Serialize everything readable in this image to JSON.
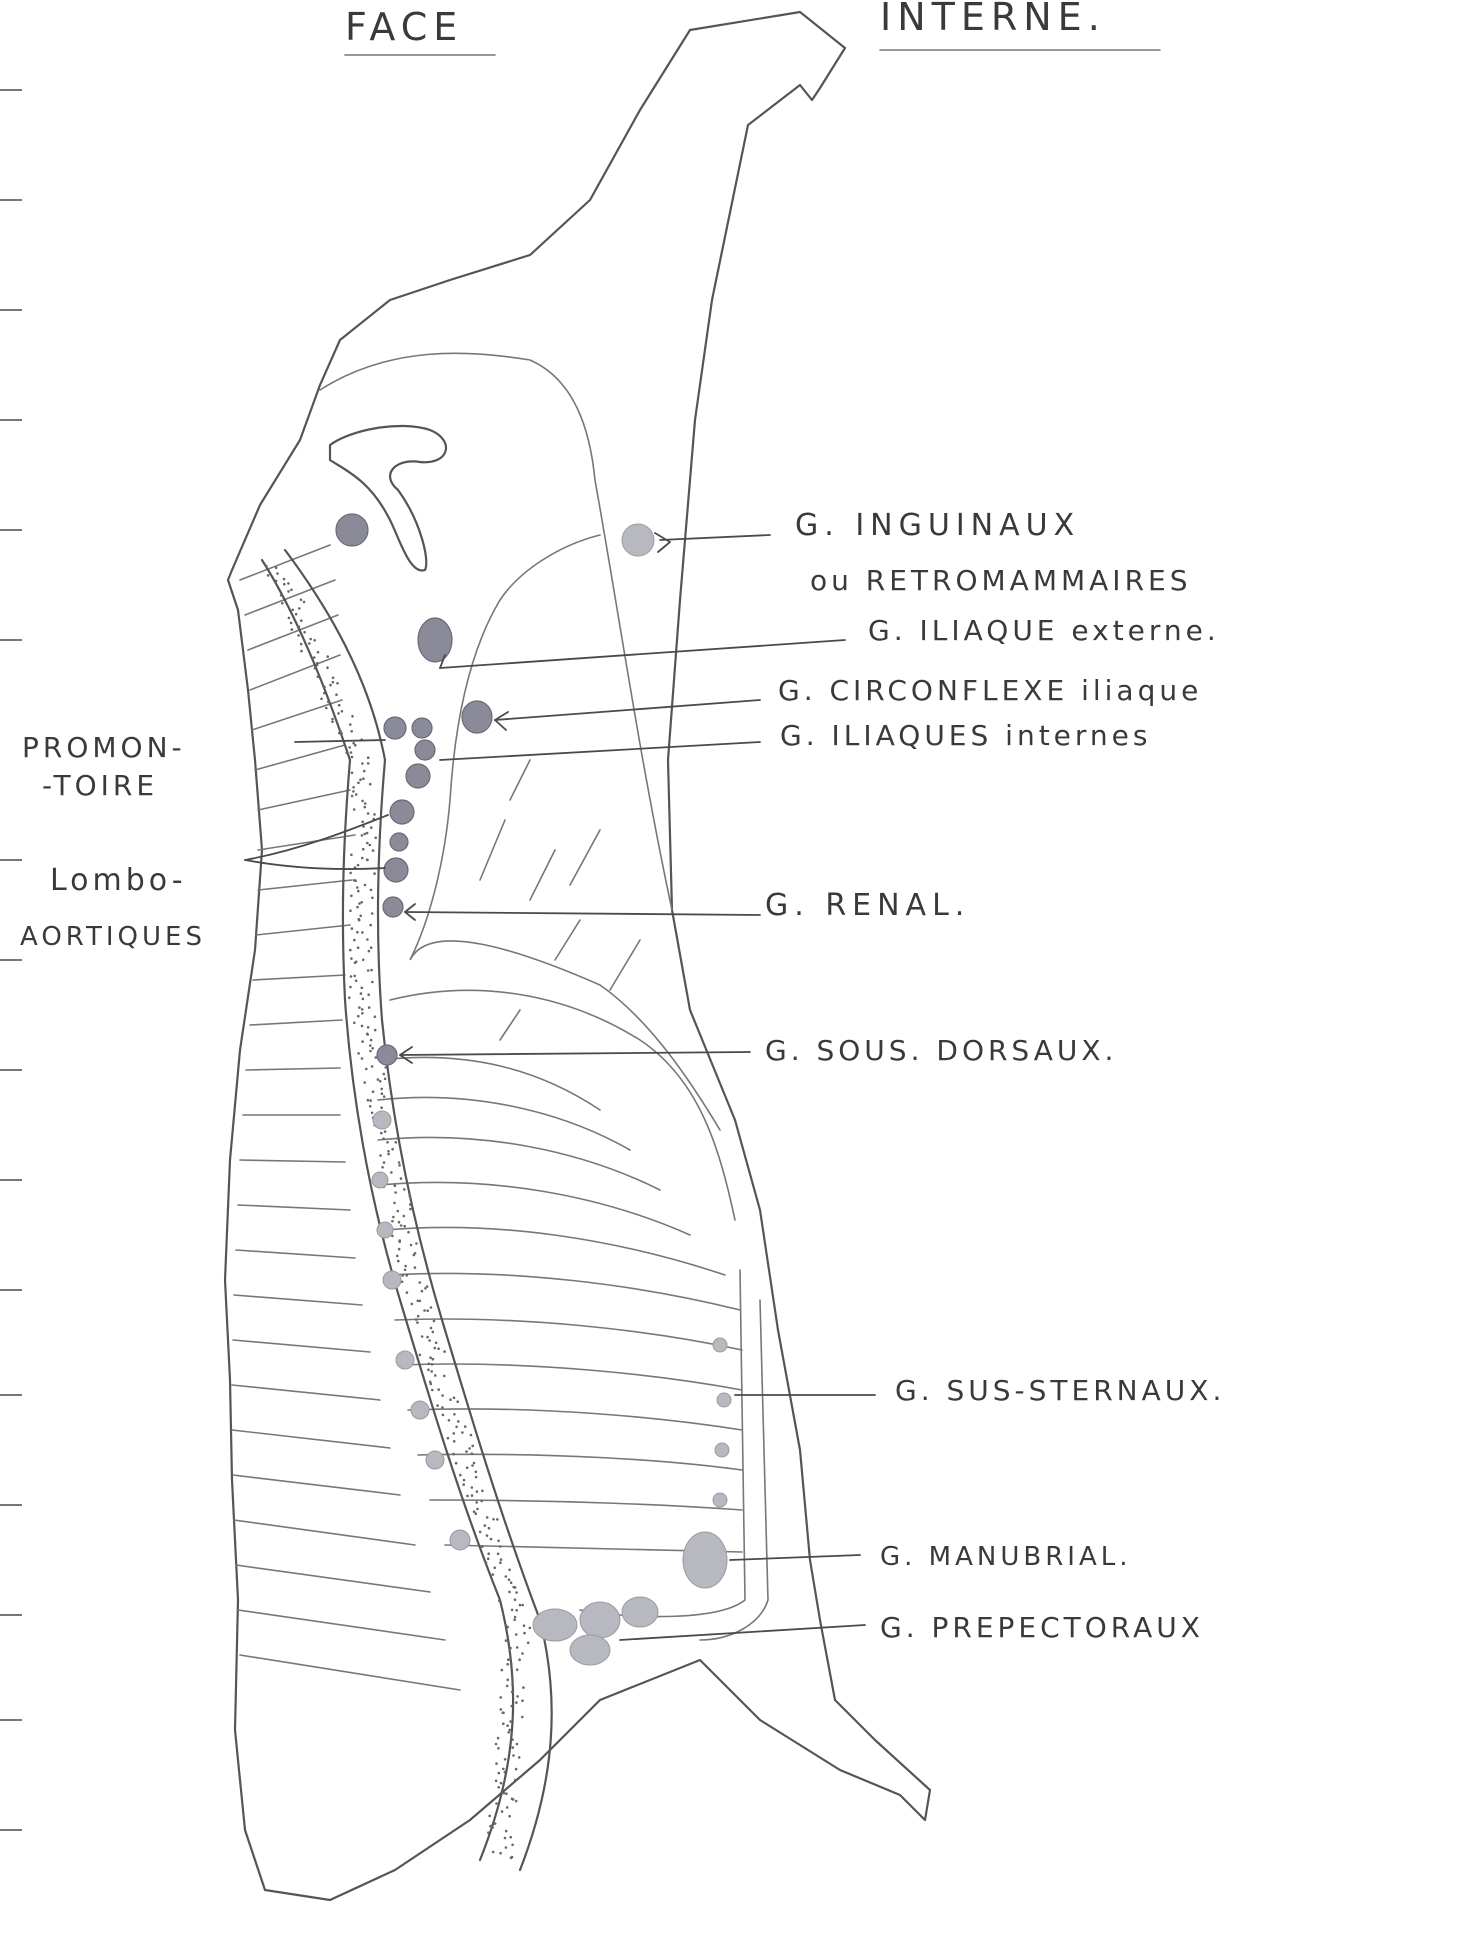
{
  "title": {
    "left": "FACE",
    "right": "INTERNE."
  },
  "labels": {
    "inguinaux_line1": "G. INGUINAUX",
    "inguinaux_line2": "ou RETROMAMMAIRES",
    "iliaque_externe": "G. ILIAQUE externe.",
    "circonflexe": "G. CIRCONFLEXE iliaque",
    "iliaques_internes": "G. ILIAQUES internes",
    "promontoire_line1": "PROMON-",
    "promontoire_line2": "-TOIRE",
    "lombo_line1": "Lombo-",
    "lombo_line2": "AORTIQUES",
    "renal": "G. RENAL.",
    "sous_dorsaux": "G. SOUS. DORSAUX.",
    "sus_sternaux": "G. SUS-STERNAUX.",
    "manubrial": "G. MANUBRIAL.",
    "prepectoraux": "G. PREPECTORAUX"
  },
  "colors": {
    "ink": "#555555",
    "node": "#8a8a98",
    "paper": "#ffffff"
  }
}
